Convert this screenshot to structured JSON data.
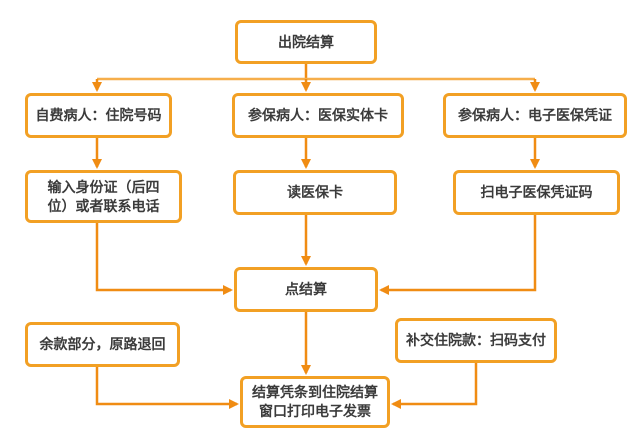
{
  "flowchart": {
    "nodes": {
      "discharge": {
        "label": "出院结算"
      },
      "self_pay": {
        "label": "自费病人：住院号码"
      },
      "insured_card": {
        "label": "参保病人：医保实体卡"
      },
      "insured_ecert": {
        "label": "参保病人：电子医保凭证"
      },
      "enter_id": {
        "label": "输入身份证（后四\n位）或者联系电话"
      },
      "read_card": {
        "label": "读医保卡"
      },
      "scan_code": {
        "label": "扫电子医保凭证码"
      },
      "settle": {
        "label": "点结算"
      },
      "refund": {
        "label": "余款部分，原路退回"
      },
      "pay_extra": {
        "label": "补交住院款：扫码支付"
      },
      "print_invoice": {
        "label": "结算凭条到住院结算\n窗口打印电子发票"
      }
    },
    "edges": [
      {
        "from": "discharge",
        "to": "self_pay"
      },
      {
        "from": "discharge",
        "to": "insured_card"
      },
      {
        "from": "discharge",
        "to": "insured_ecert"
      },
      {
        "from": "self_pay",
        "to": "enter_id"
      },
      {
        "from": "insured_card",
        "to": "read_card"
      },
      {
        "from": "insured_ecert",
        "to": "scan_code"
      },
      {
        "from": "enter_id",
        "to": "settle"
      },
      {
        "from": "read_card",
        "to": "settle"
      },
      {
        "from": "scan_code",
        "to": "settle"
      },
      {
        "from": "settle",
        "to": "print_invoice"
      },
      {
        "from": "refund",
        "to": "print_invoice"
      },
      {
        "from": "pay_extra",
        "to": "print_invoice"
      }
    ],
    "colors": {
      "node_border": "#F2A024",
      "connector": "#F08C13",
      "distribution_line": "#F6AE4B",
      "text": "#3B3B3B",
      "background": "#FFFFFF"
    }
  }
}
